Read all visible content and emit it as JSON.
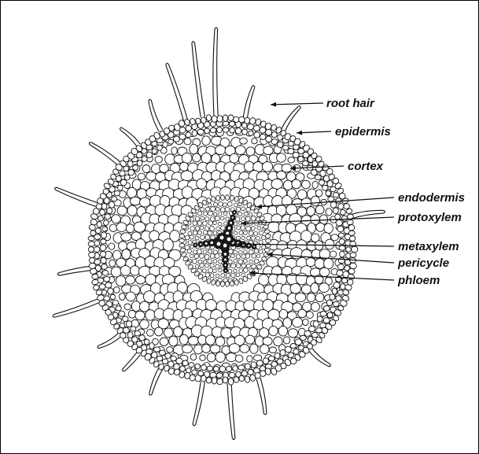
{
  "diagram": {
    "labels": {
      "root_hair": "root hair",
      "epidermis": "epidermis",
      "cortex": "cortex",
      "endodermis": "endodermis",
      "protoxylem": "protoxylem",
      "metaxylem": "metaxylem",
      "pericycle": "pericycle",
      "phloem": "phloem"
    },
    "colors": {
      "ink": "#111111",
      "cell_fill": "#ffffff",
      "xylem_fill": "#1a1a1a",
      "background": "#ffffff"
    }
  }
}
